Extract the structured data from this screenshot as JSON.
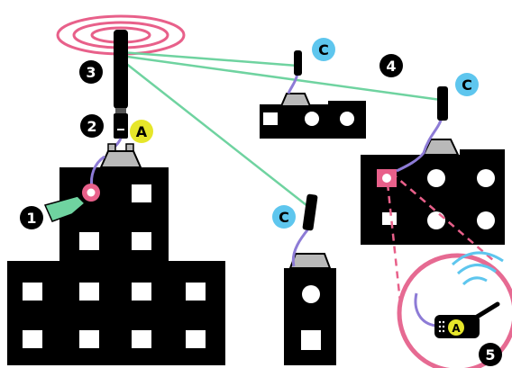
{
  "colors": {
    "building": "#000000",
    "window": "#ffffff",
    "radio_wave": "#e8608a",
    "link_line": "#6fd3a0",
    "cable": "#8d7bd6",
    "mount": "#b9b9b9",
    "badge_yellow": "#e6e62a",
    "badge_blue": "#5ec6ee",
    "zoom_ring": "#e66a92",
    "device_signal": "#5ec6ee"
  },
  "markers": [
    {
      "id": "1",
      "label": "1"
    },
    {
      "id": "2",
      "label": "2"
    },
    {
      "id": "3",
      "label": "3"
    },
    {
      "id": "4",
      "label": "4"
    },
    {
      "id": "5",
      "label": "5"
    }
  ],
  "badges": {
    "tower_badge": "A",
    "client_badge_left": "C",
    "client_badge_right": "C",
    "client_badge_top": "C",
    "zoom_device_badge": "A"
  }
}
